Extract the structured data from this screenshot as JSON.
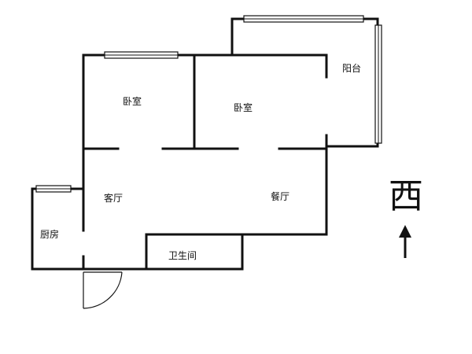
{
  "rooms": {
    "bedroom_left": "卧室",
    "bedroom_right": "卧室",
    "balcony": "阳台",
    "living_room": "客厅",
    "dining_room": "餐厅",
    "kitchen": "厨房",
    "bathroom": "卫生间"
  },
  "compass": {
    "direction_label": "西"
  },
  "colors": {
    "wall": "#111111",
    "background": "#ffffff"
  }
}
